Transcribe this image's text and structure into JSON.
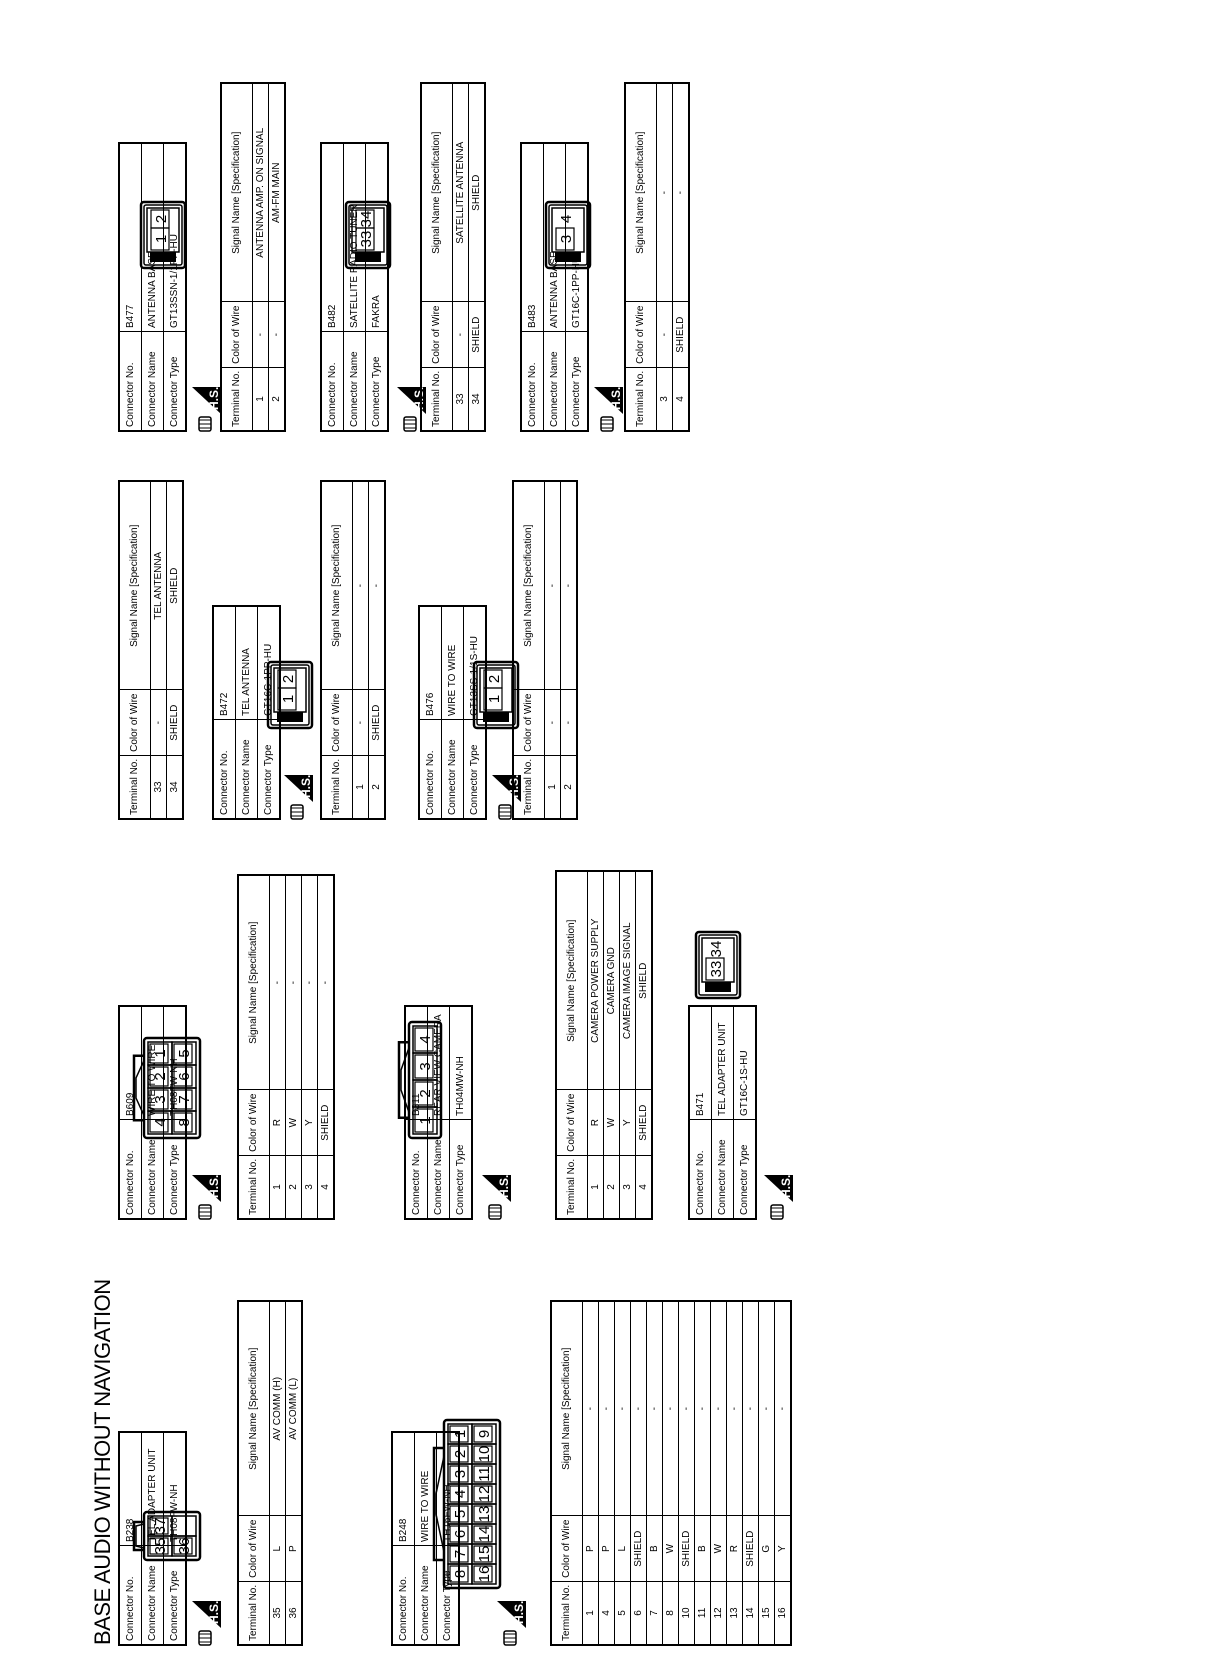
{
  "page": {
    "title": "BASE AUDIO WITHOUT NAVIGATION"
  },
  "labels": {
    "connector_no": "Connector No.",
    "connector_name": "Connector Name",
    "connector_type": "Connector Type",
    "terminal_no": "Terminal No.",
    "color_of_wire": "Color of Wire",
    "signal_name": "Signal Name [Specification]",
    "hs": "H.S."
  },
  "connectors": [
    {
      "no": "B238",
      "name": "TEL ADAPTER UNIT",
      "type": "TH08FW-NH",
      "rows": [
        [
          "35",
          "L",
          "AV COMM (H)"
        ],
        [
          "36",
          "P",
          "AV COMM (L)"
        ]
      ]
    },
    {
      "no": "B248",
      "name": "WIRE TO WIRE",
      "type": "TH16FW-NH",
      "rows": [
        [
          "1",
          "P",
          "-"
        ],
        [
          "4",
          "P",
          "-"
        ],
        [
          "5",
          "L",
          "-"
        ],
        [
          "6",
          "SHIELD",
          "-"
        ],
        [
          "7",
          "B",
          "-"
        ],
        [
          "8",
          "W",
          "-"
        ],
        [
          "10",
          "SHIELD",
          "-"
        ],
        [
          "11",
          "B",
          "-"
        ],
        [
          "12",
          "W",
          "-"
        ],
        [
          "13",
          "R",
          "-"
        ],
        [
          "14",
          "SHIELD",
          "-"
        ],
        [
          "15",
          "G",
          "-"
        ],
        [
          "16",
          "Y",
          "-"
        ]
      ]
    },
    {
      "no": "B609",
      "name": "WIRE TO WIRE",
      "type": "TH08FW-NH",
      "rows": [
        [
          "1",
          "R",
          "-"
        ],
        [
          "2",
          "W",
          "-"
        ],
        [
          "3",
          "Y",
          "-"
        ],
        [
          "4",
          "SHIELD",
          "-"
        ]
      ]
    },
    {
      "no": "B311",
      "name": "REAR VIEW CAMERA",
      "type": "TH04MW-NH",
      "rows": [
        [
          "1",
          "R",
          "CAMERA POWER SUPPLY"
        ],
        [
          "2",
          "W",
          "CAMERA GND"
        ],
        [
          "3",
          "Y",
          "CAMERA IMAGE SIGNAL"
        ],
        [
          "4",
          "SHIELD",
          "SHIELD"
        ]
      ]
    },
    {
      "no": "B471",
      "name": "TEL ADAPTER UNIT",
      "type": "GT16C-1S-HU",
      "rows": []
    },
    {
      "no": "",
      "name": "",
      "type": "",
      "rows": [
        [
          "33",
          "-",
          "TEL ANTENNA"
        ],
        [
          "34",
          "SHIELD",
          "SHIELD"
        ]
      ]
    },
    {
      "no": "B472",
      "name": "TEL ANTENNA",
      "type": "GT16C-1PP-HU",
      "rows": [
        [
          "1",
          "-",
          "-"
        ],
        [
          "2",
          "SHIELD",
          "-"
        ]
      ]
    },
    {
      "no": "B476",
      "name": "WIRE TO WIRE",
      "type": "GT13SS-1/1S-HU",
      "rows": [
        [
          "1",
          "-",
          "-"
        ],
        [
          "2",
          "-",
          "-"
        ]
      ]
    },
    {
      "no": "B477",
      "name": "ANTENNA BASE",
      "type": "GT13SSN-1/1PP-HU",
      "rows": [
        [
          "1",
          "-",
          "ANTENNA AMP. ON SIGNAL"
        ],
        [
          "2",
          "-",
          "AM-FM MAIN"
        ]
      ]
    },
    {
      "no": "B482",
      "name": "SATELLITE RADIO TUNER",
      "type": "FAKRA",
      "rows": [
        [
          "33",
          "-",
          "SATELLITE ANTENNA"
        ],
        [
          "34",
          "SHIELD",
          "SHIELD"
        ]
      ]
    },
    {
      "no": "B483",
      "name": "ANTENNA BASE",
      "type": "GT16C-1PP-HU",
      "rows": [
        [
          "3",
          "-",
          "-"
        ],
        [
          "4",
          "SHIELD",
          "-"
        ]
      ]
    }
  ],
  "pins": {
    "b238": [
      [
        "35",
        "37"
      ],
      [
        "36",
        ""
      ]
    ],
    "b248": [
      [
        "8",
        "7",
        "6",
        "5",
        "4",
        "3",
        "2",
        "1"
      ],
      [
        "16",
        "15",
        "14",
        "13",
        "12",
        "11",
        "10",
        "9"
      ]
    ],
    "b609": [
      [
        "4",
        "3",
        "2",
        "1"
      ],
      [
        "8",
        "7",
        "6",
        "5"
      ]
    ],
    "b311": [
      "1",
      "2",
      "3",
      "4"
    ],
    "p33_34": [
      "33",
      "34"
    ],
    "p1_2": [
      "1",
      "2"
    ],
    "p3_4": [
      "3",
      "4"
    ]
  }
}
